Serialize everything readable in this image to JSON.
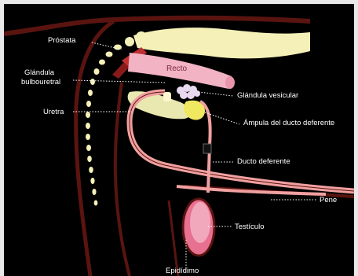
{
  "labels": {
    "prostata": "Próstata",
    "glandula_bulbouretral_1": "Glándula",
    "glandula_bulbouretral_2": "bulbouretral",
    "uretra": "Uretra",
    "recto": "Recto",
    "glandula_vesicular": "Glándula vesicular",
    "ampula": "Ámpula del ducto deferente",
    "ducto_deferente": "Ducto deferente",
    "pene": "Pene",
    "testiculo": "Testículo",
    "epididimo": "Epidídimo"
  },
  "colors": {
    "background": "#000000",
    "frame": "#e8e8e8",
    "outline": "#5a1410",
    "vertebra": "#f4f0b8",
    "rectum": "#f2b3c4",
    "pelvis_bone": "#e8e8b0",
    "gland": "#f0e860",
    "vesicular": "#e8d8f0",
    "duct": "#f0a0a0",
    "testis": "#e87090",
    "prostate": "#c03030",
    "label": "#ffffff"
  }
}
